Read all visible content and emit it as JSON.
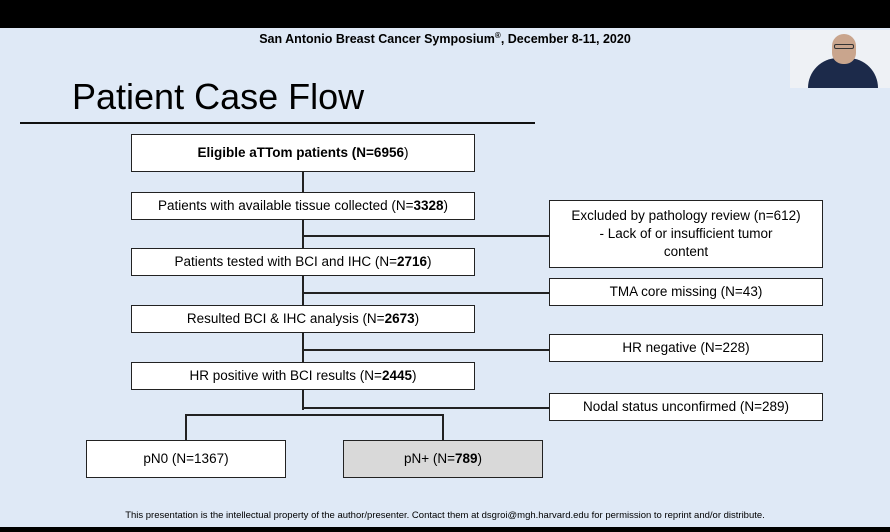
{
  "header": {
    "text": "San Antonio Breast Cancer Symposium",
    "reg": "®",
    "dates": ", December 8-11, 2020"
  },
  "title": "Patient Case Flow",
  "flow": {
    "eligible": {
      "prefix": "Eligible aTTom patients (",
      "bold": "N=6956",
      "suffix": ")"
    },
    "tissue": {
      "prefix": "Patients with available tissue collected (N=",
      "bold": "3328",
      "suffix": ")"
    },
    "tested": {
      "prefix": "Patients tested with BCI and IHC (N=",
      "bold": "2716",
      "suffix": ")"
    },
    "resulted": {
      "prefix": "Resulted BCI & IHC analysis (N=",
      "bold": "2673",
      "suffix": ")"
    },
    "hrpos": {
      "prefix": "HR positive with BCI results (N=",
      "bold": "2445",
      "suffix": ")"
    },
    "pn0": {
      "text": "pN0 (N=1367)"
    },
    "pnplus": {
      "prefix": "pN+ (N=",
      "bold": "789",
      "suffix": ")"
    }
  },
  "exclusions": {
    "pathology": {
      "line1": "Excluded by pathology review (n=612)",
      "line2": "- Lack of or insufficient tumor",
      "line3": "content"
    },
    "tma": "TMA core missing (N=43)",
    "hrneg": "HR negative (N=228)",
    "nodal": "Nodal status unconfirmed (N=289)"
  },
  "footer": "This presentation is the intellectual property of the author/presenter. Contact them at dsgroi@mgh.harvard.edu for permission to reprint and/or distribute."
}
